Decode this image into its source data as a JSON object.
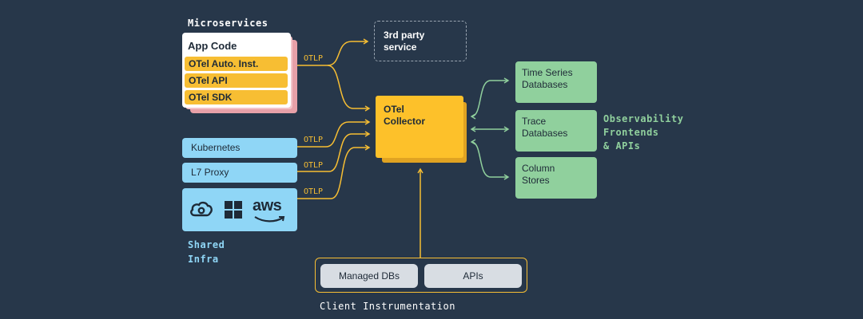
{
  "colors": {
    "background": "#27374a",
    "otlp_line": "#f7be33",
    "frontend_line": "#90d09d",
    "microservice_row": "#f7be33",
    "infra": "#8fd6f6",
    "collector": "#fdc12a",
    "database": "#90d09d"
  },
  "microservices": {
    "heading": "Microservices",
    "card_title": "App Code",
    "rows": [
      "OTel Auto. Inst.",
      "OTel API",
      "OTel SDK"
    ]
  },
  "otlp_label": "OTLP",
  "shared_infra": {
    "heading_line1": "Shared",
    "heading_line2": "Infra",
    "items": [
      "Kubernetes",
      "L7 Proxy"
    ],
    "icons": [
      "cloud-icon",
      "windows-icon",
      "aws-icon"
    ],
    "aws_text": "aws"
  },
  "third_party": {
    "line1": "3rd party",
    "line2": "service"
  },
  "collector": {
    "line1": "OTel",
    "line2": "Collector"
  },
  "databases": [
    {
      "line1": "Time Series",
      "line2": "Databases"
    },
    {
      "line1": "Trace",
      "line2": "Databases"
    },
    {
      "line1": "Column",
      "line2": "Stores"
    }
  ],
  "observability": {
    "line1": "Observability",
    "line2": "Frontends",
    "line3": "& APIs"
  },
  "client": {
    "heading": "Client Instrumentation",
    "buttons": [
      "Managed DBs",
      "APIs"
    ]
  }
}
